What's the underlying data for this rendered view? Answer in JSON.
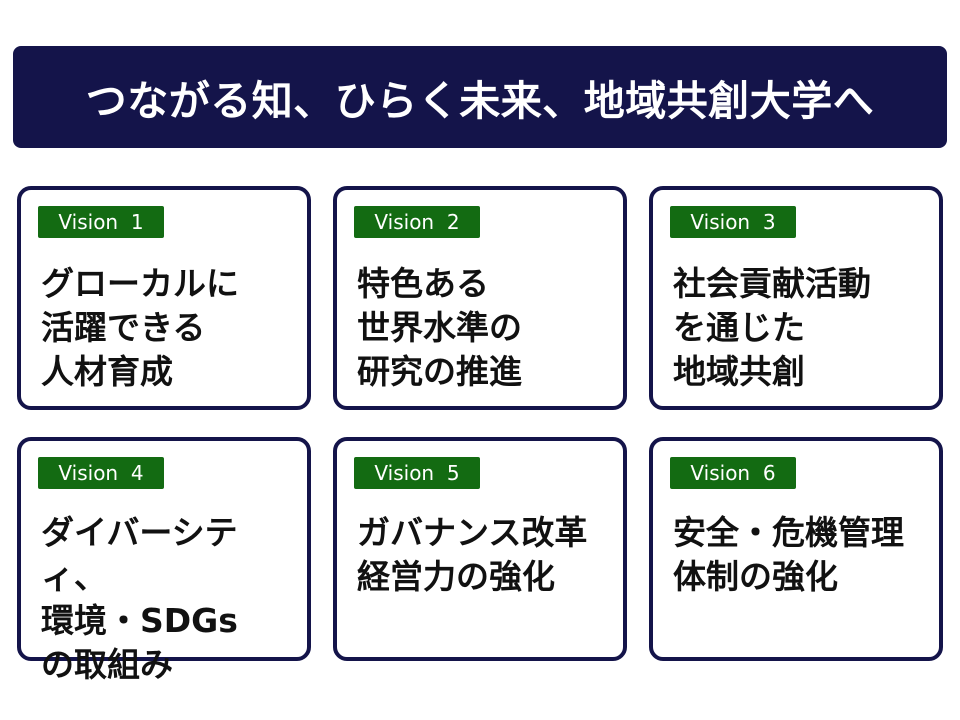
{
  "header": {
    "title": "つながる知、ひらく未来、地域共創大学へ"
  },
  "visions": [
    {
      "badge": "Vision  1",
      "text": "グローカルに\n活躍できる\n人材育成"
    },
    {
      "badge": "Vision  2",
      "text": "特色ある\n世界水準の\n研究の推進"
    },
    {
      "badge": "Vision  3",
      "text": "社会貢献活動\nを通じた\n地域共創"
    },
    {
      "badge": "Vision  4",
      "text": "ダイバーシティ、\n環境・SDGs\nの取組み"
    },
    {
      "badge": "Vision  5",
      "text": "ガバナンス改革\n経営力の強化"
    },
    {
      "badge": "Vision  6",
      "text": "安全・危機管理\n体制の強化"
    }
  ],
  "colors": {
    "navy": "#14144a",
    "badge_green": "#136b12",
    "text": "#111111"
  }
}
